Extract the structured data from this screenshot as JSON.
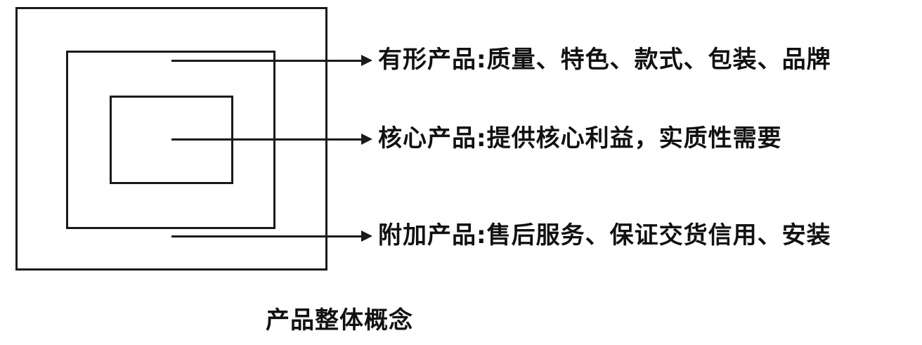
{
  "layers": [
    {
      "name": "有形产品",
      "sep": ":",
      "desc": "质量、特色、款式、包装、品牌"
    },
    {
      "name": "核心产品",
      "sep": ":",
      "desc": "提供核心利益，实质性需要"
    },
    {
      "name": "附加产品",
      "sep": ":",
      "desc": "售后服务、保证交货信用、安装"
    }
  ],
  "caption": "产品整体概念"
}
